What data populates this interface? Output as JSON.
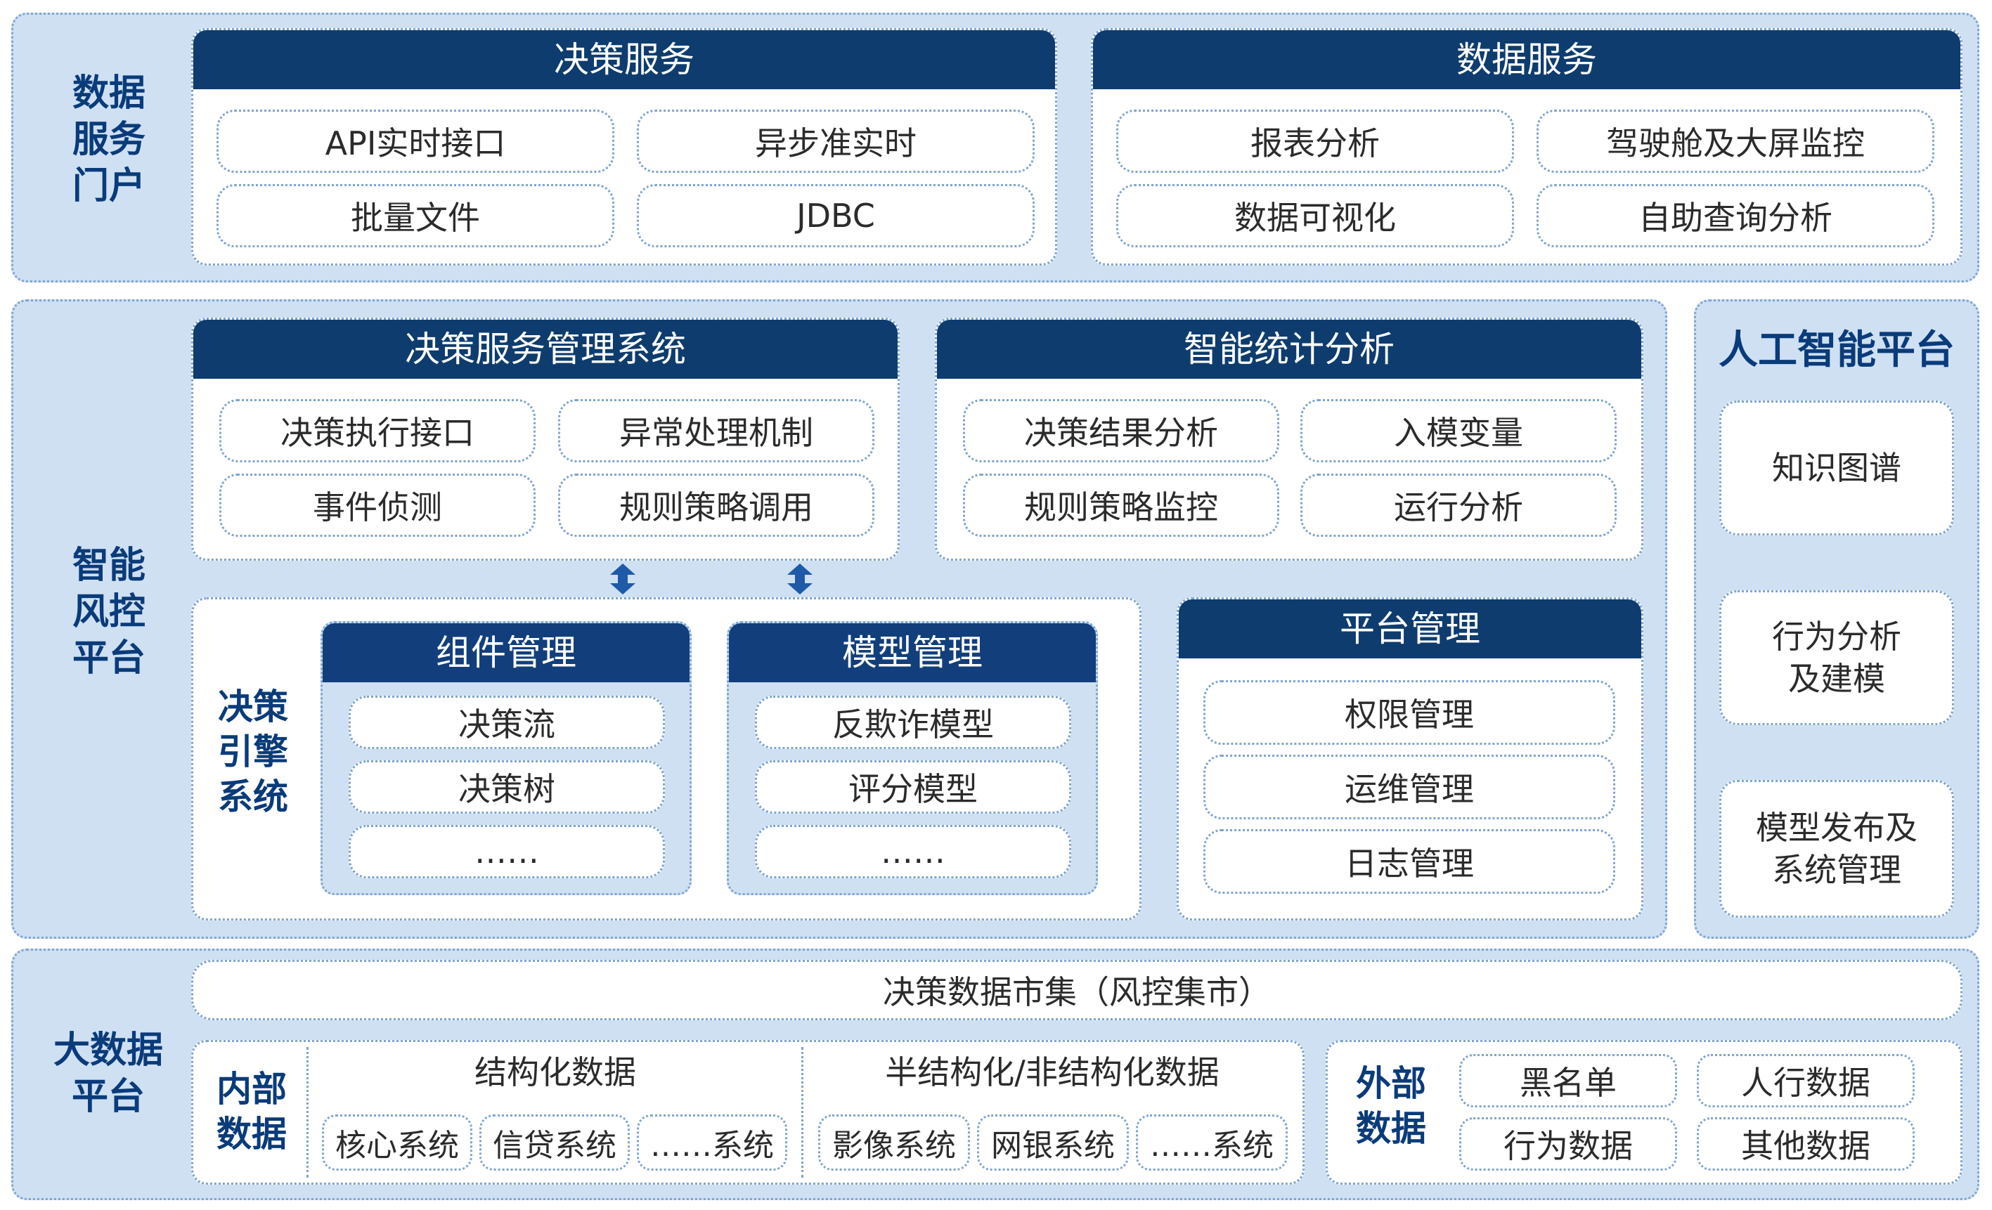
{
  "top": {
    "label": "数据\n服务\n门户",
    "decision_service": {
      "title": "决策服务",
      "items": [
        "API实时接口",
        "异步准实时",
        "批量文件",
        "JDBC"
      ]
    },
    "data_service": {
      "title": "数据服务",
      "items": [
        "报表分析",
        "驾驶舱及大屏监控",
        "数据可视化",
        "自助查询分析"
      ]
    }
  },
  "middle": {
    "label": "智能\n风控\n平台",
    "mgmt_system": {
      "title": "决策服务管理系统",
      "items": [
        "决策执行接口",
        "异常处理机制",
        "事件侦测",
        "规则策略调用"
      ]
    },
    "stats": {
      "title": "智能统计分析",
      "items": [
        "决策结果分析",
        "入模变量",
        "规则策略监控",
        "运行分析"
      ]
    },
    "engine": {
      "label": "决策\n引擎\n系统",
      "component": {
        "title": "组件管理",
        "items": [
          "决策流",
          "决策树",
          "……"
        ]
      },
      "model": {
        "title": "模型管理",
        "items": [
          "反欺诈模型",
          "评分模型",
          "……"
        ]
      }
    },
    "platform_mgmt": {
      "title": "平台管理",
      "items": [
        "权限管理",
        "运维管理",
        "日志管理"
      ]
    }
  },
  "ai": {
    "title": "人工智能平台",
    "items": [
      "知识图谱",
      "行为分析\n及建模",
      "模型发布及\n系统管理"
    ]
  },
  "bottom": {
    "label": "大数据\n平台",
    "mart": "决策数据市集（风控集市）",
    "internal": {
      "label": "内部\n数据",
      "structured": {
        "title": "结构化数据",
        "items": [
          "核心系统",
          "信贷系统",
          "……系统"
        ]
      },
      "semi": {
        "title": "半结构化/非结构化数据",
        "items": [
          "影像系统",
          "网银系统",
          "……系统"
        ]
      }
    },
    "external": {
      "label": "外部\n数据",
      "items": [
        "黑名单",
        "人行数据",
        "行为数据",
        "其他数据"
      ]
    }
  },
  "colors": {
    "header": "#0e3c6e",
    "region": "#cfe0f3",
    "label": "#0a3b7a",
    "border": "#7fa4cf"
  }
}
